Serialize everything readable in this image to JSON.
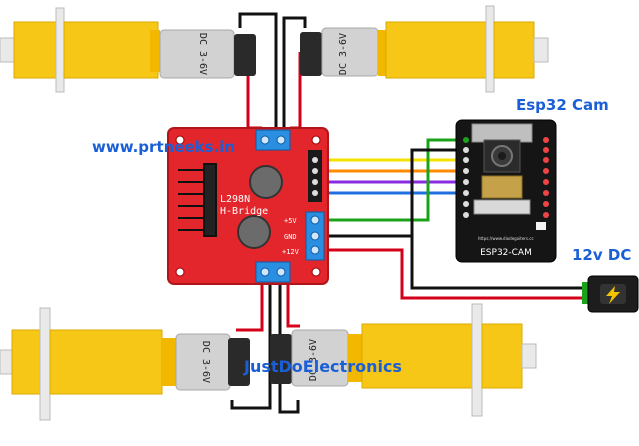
{
  "labels": {
    "website": "www.prtneeks.in",
    "cam_title": "Esp32 Cam",
    "dc_title": "12v DC",
    "brand": "JustDoElectronics"
  },
  "driver": {
    "chip": "L298N",
    "sub": "H-Bridge",
    "pin_5v": "+5V",
    "pin_gnd": "GND",
    "pin_12v": "+12V"
  },
  "motors": {
    "top_left": "DC 3-6V",
    "top_right": "DC 3-6V",
    "bottom_left": "DC 3-6V",
    "bottom_right": "DC 3-6V"
  },
  "esp32": {
    "module_label": "ESP32-CAM",
    "site_text": "https://www.diodegoiters.cc"
  },
  "colors": {
    "board_red": "#e3262b",
    "motor_yellow": "#f6c717",
    "label_blue": "#1b5fd6",
    "wire_yellow": "#f5e100",
    "wire_orange": "#ff8a00",
    "wire_purple": "#8a2be2",
    "wire_blue": "#1f6fe0",
    "wire_red": "#d4001a",
    "wire_black": "#111111",
    "wire_green": "#1aa31a"
  }
}
